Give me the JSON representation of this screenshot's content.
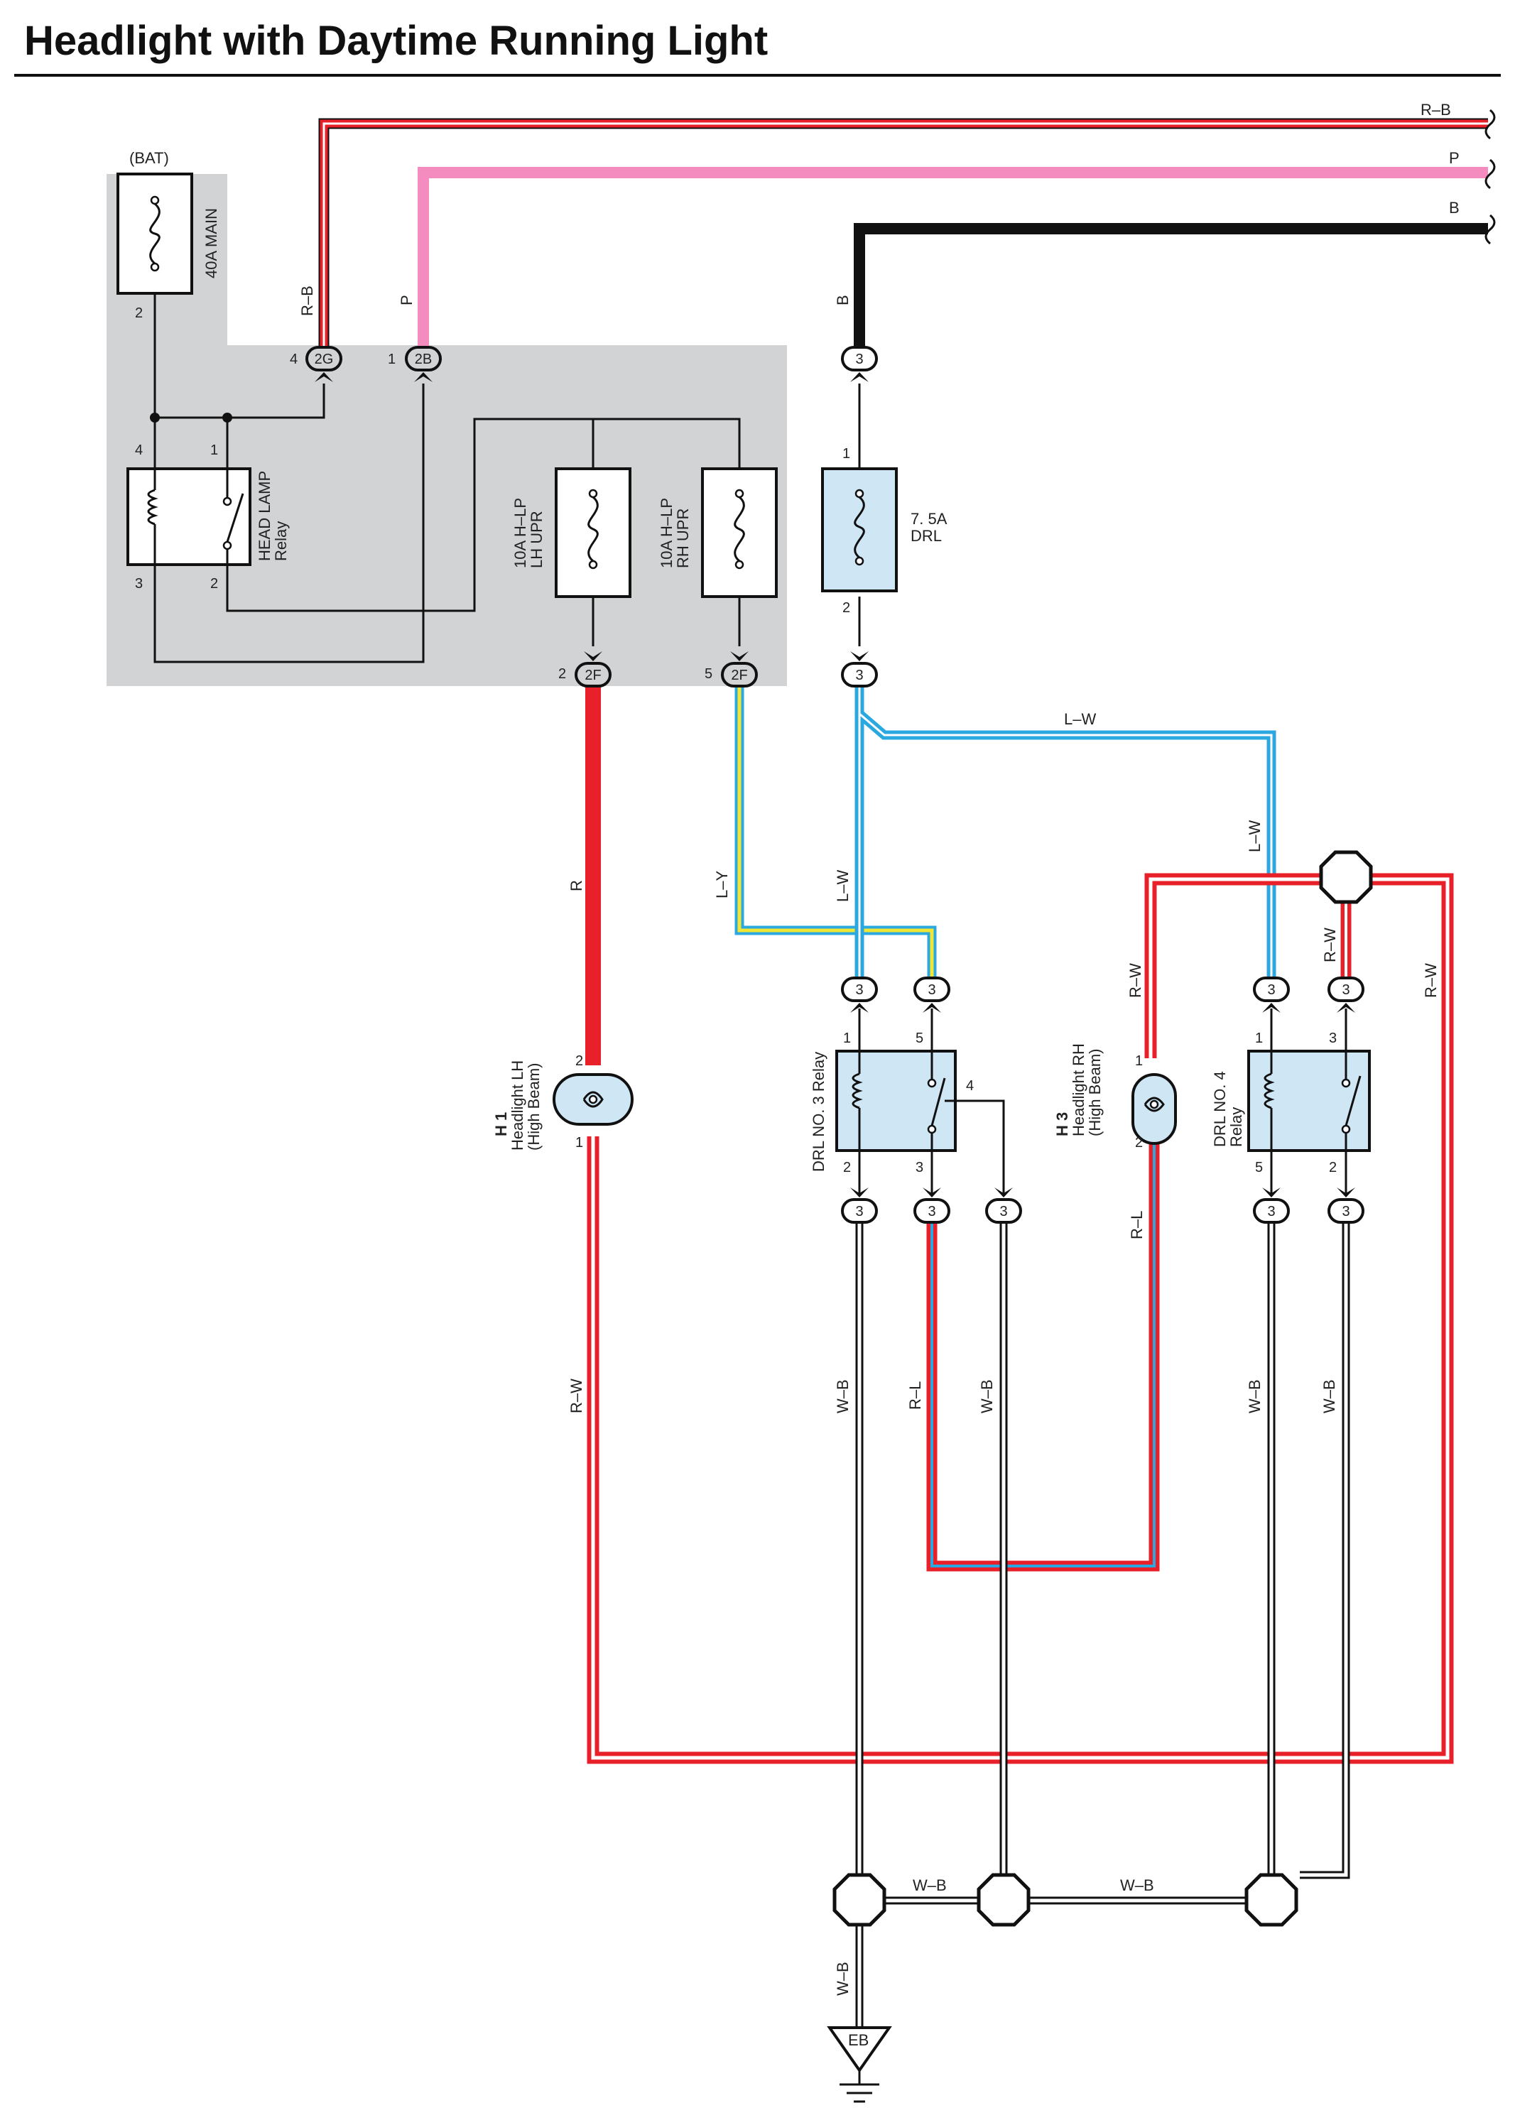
{
  "title": "Headlight with Daytime Running Light",
  "colors": {
    "R": "#e8202a",
    "P": "#f48cc0",
    "B": "#111111",
    "L": "#2ba8e0",
    "Y": "#f2e634",
    "W": "#ffffff",
    "panel": "#d2d3d5",
    "relay_fill": "#cfe6f5"
  },
  "icons": [
    "fuse-icon",
    "relay-coil-icon",
    "relay-switch-icon",
    "bulb-icon",
    "ground-icon",
    "splice-icon",
    "connector-icon"
  ],
  "wires": {
    "rb_top": "R–B",
    "p_top": "P",
    "b_top": "B",
    "rb_v": "R–B",
    "p_v": "P",
    "b_v": "B",
    "r": "R",
    "ly": "L–Y",
    "lw_a": "L–W",
    "lw_b": "L–W",
    "lw_c": "L–W",
    "rw_left": "R–W",
    "rw_h3": "R–W",
    "rw_mid": "R–W",
    "rw_right": "R–W",
    "rl_a": "R–L",
    "rl_b": "R–L",
    "wb_1": "W–B",
    "wb_2": "W–B",
    "wb_3": "W–B",
    "wb_4": "W–B",
    "wb_h1": "W–B",
    "wb_h2": "W–B",
    "wb_down": "W–B"
  },
  "components": {
    "bat": "(BAT)",
    "main_fuse": "40A MAIN",
    "hl_relay_line1": "HEAD LAMP",
    "hl_relay_line2": "Relay",
    "lh_fuse_line1": "10A H–LP",
    "lh_fuse_line2": "LH UPR",
    "rh_fuse_line1": "10A H–LP",
    "rh_fuse_line2": "RH UPR",
    "drl_fuse_line1": "7. 5A",
    "drl_fuse_line2": "DRL",
    "drl3_relay": "DRL NO. 3 Relay",
    "drl4_line1": "DRL NO. 4",
    "drl4_line2": "Relay",
    "h1_code": "H 1",
    "h1_line1": "Headlight LH",
    "h1_line2": "(High Beam)",
    "h3_code": "H 3",
    "h3_line1": "Headlight RH",
    "h3_line2": "(High Beam)",
    "ground": "EB"
  },
  "connectors": {
    "c2g": "2G",
    "c2b": "2B",
    "c2f_a": "2F",
    "c2f_b": "2F",
    "c3_top": "3",
    "c3_drl": "3",
    "c3_r3a": "3",
    "c3_r3b": "3",
    "c3_r4a": "3",
    "c3_r4b": "3",
    "c3_b1": "3",
    "c3_b2": "3",
    "c3_b3": "3",
    "c3_b4": "3",
    "c3_b5": "3"
  },
  "pins": {
    "main_2": "2",
    "c2g_pin": "4",
    "c2b_pin": "1",
    "hl_4": "4",
    "hl_1": "1",
    "hl_3": "3",
    "hl_2": "2",
    "c2f_a_pin": "2",
    "c2f_b_pin": "5",
    "drl_1": "1",
    "drl_2": "2",
    "h1_2": "2",
    "h1_1": "1",
    "h3_1": "1",
    "h3_2": "2",
    "r3_1": "1",
    "r3_5": "5",
    "r3_4": "4",
    "r3_2": "2",
    "r3_3": "3",
    "r4_1": "1",
    "r4_3": "3",
    "r4_5": "5",
    "r4_2": "2"
  }
}
